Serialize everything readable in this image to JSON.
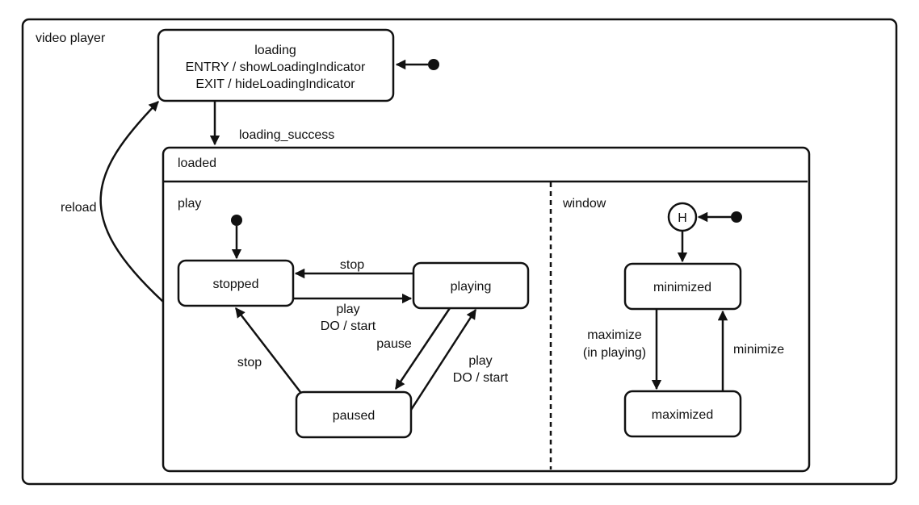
{
  "diagram": {
    "container_title": "video player",
    "loading": {
      "title": "loading",
      "entry": "ENTRY / showLoadingIndicator",
      "exit": "EXIT / hideLoadingIndicator"
    },
    "loaded": {
      "title": "loaded",
      "regions": {
        "play": "play",
        "window": "window"
      }
    },
    "states": {
      "stopped": "stopped",
      "playing": "playing",
      "paused": "paused",
      "minimized": "minimized",
      "maximized": "maximized",
      "history": "H"
    },
    "transitions": {
      "loading_success": "loading_success",
      "reload": "reload",
      "stop_from_playing": "stop",
      "play_from_stopped_line1": "play",
      "play_from_stopped_line2": "DO / start",
      "pause": "pause",
      "stop_from_paused": "stop",
      "play_from_paused_line1": "play",
      "play_from_paused_line2": "DO / start",
      "maximize_line1": "maximize",
      "maximize_line2": "(in playing)",
      "minimize": "minimize"
    }
  }
}
